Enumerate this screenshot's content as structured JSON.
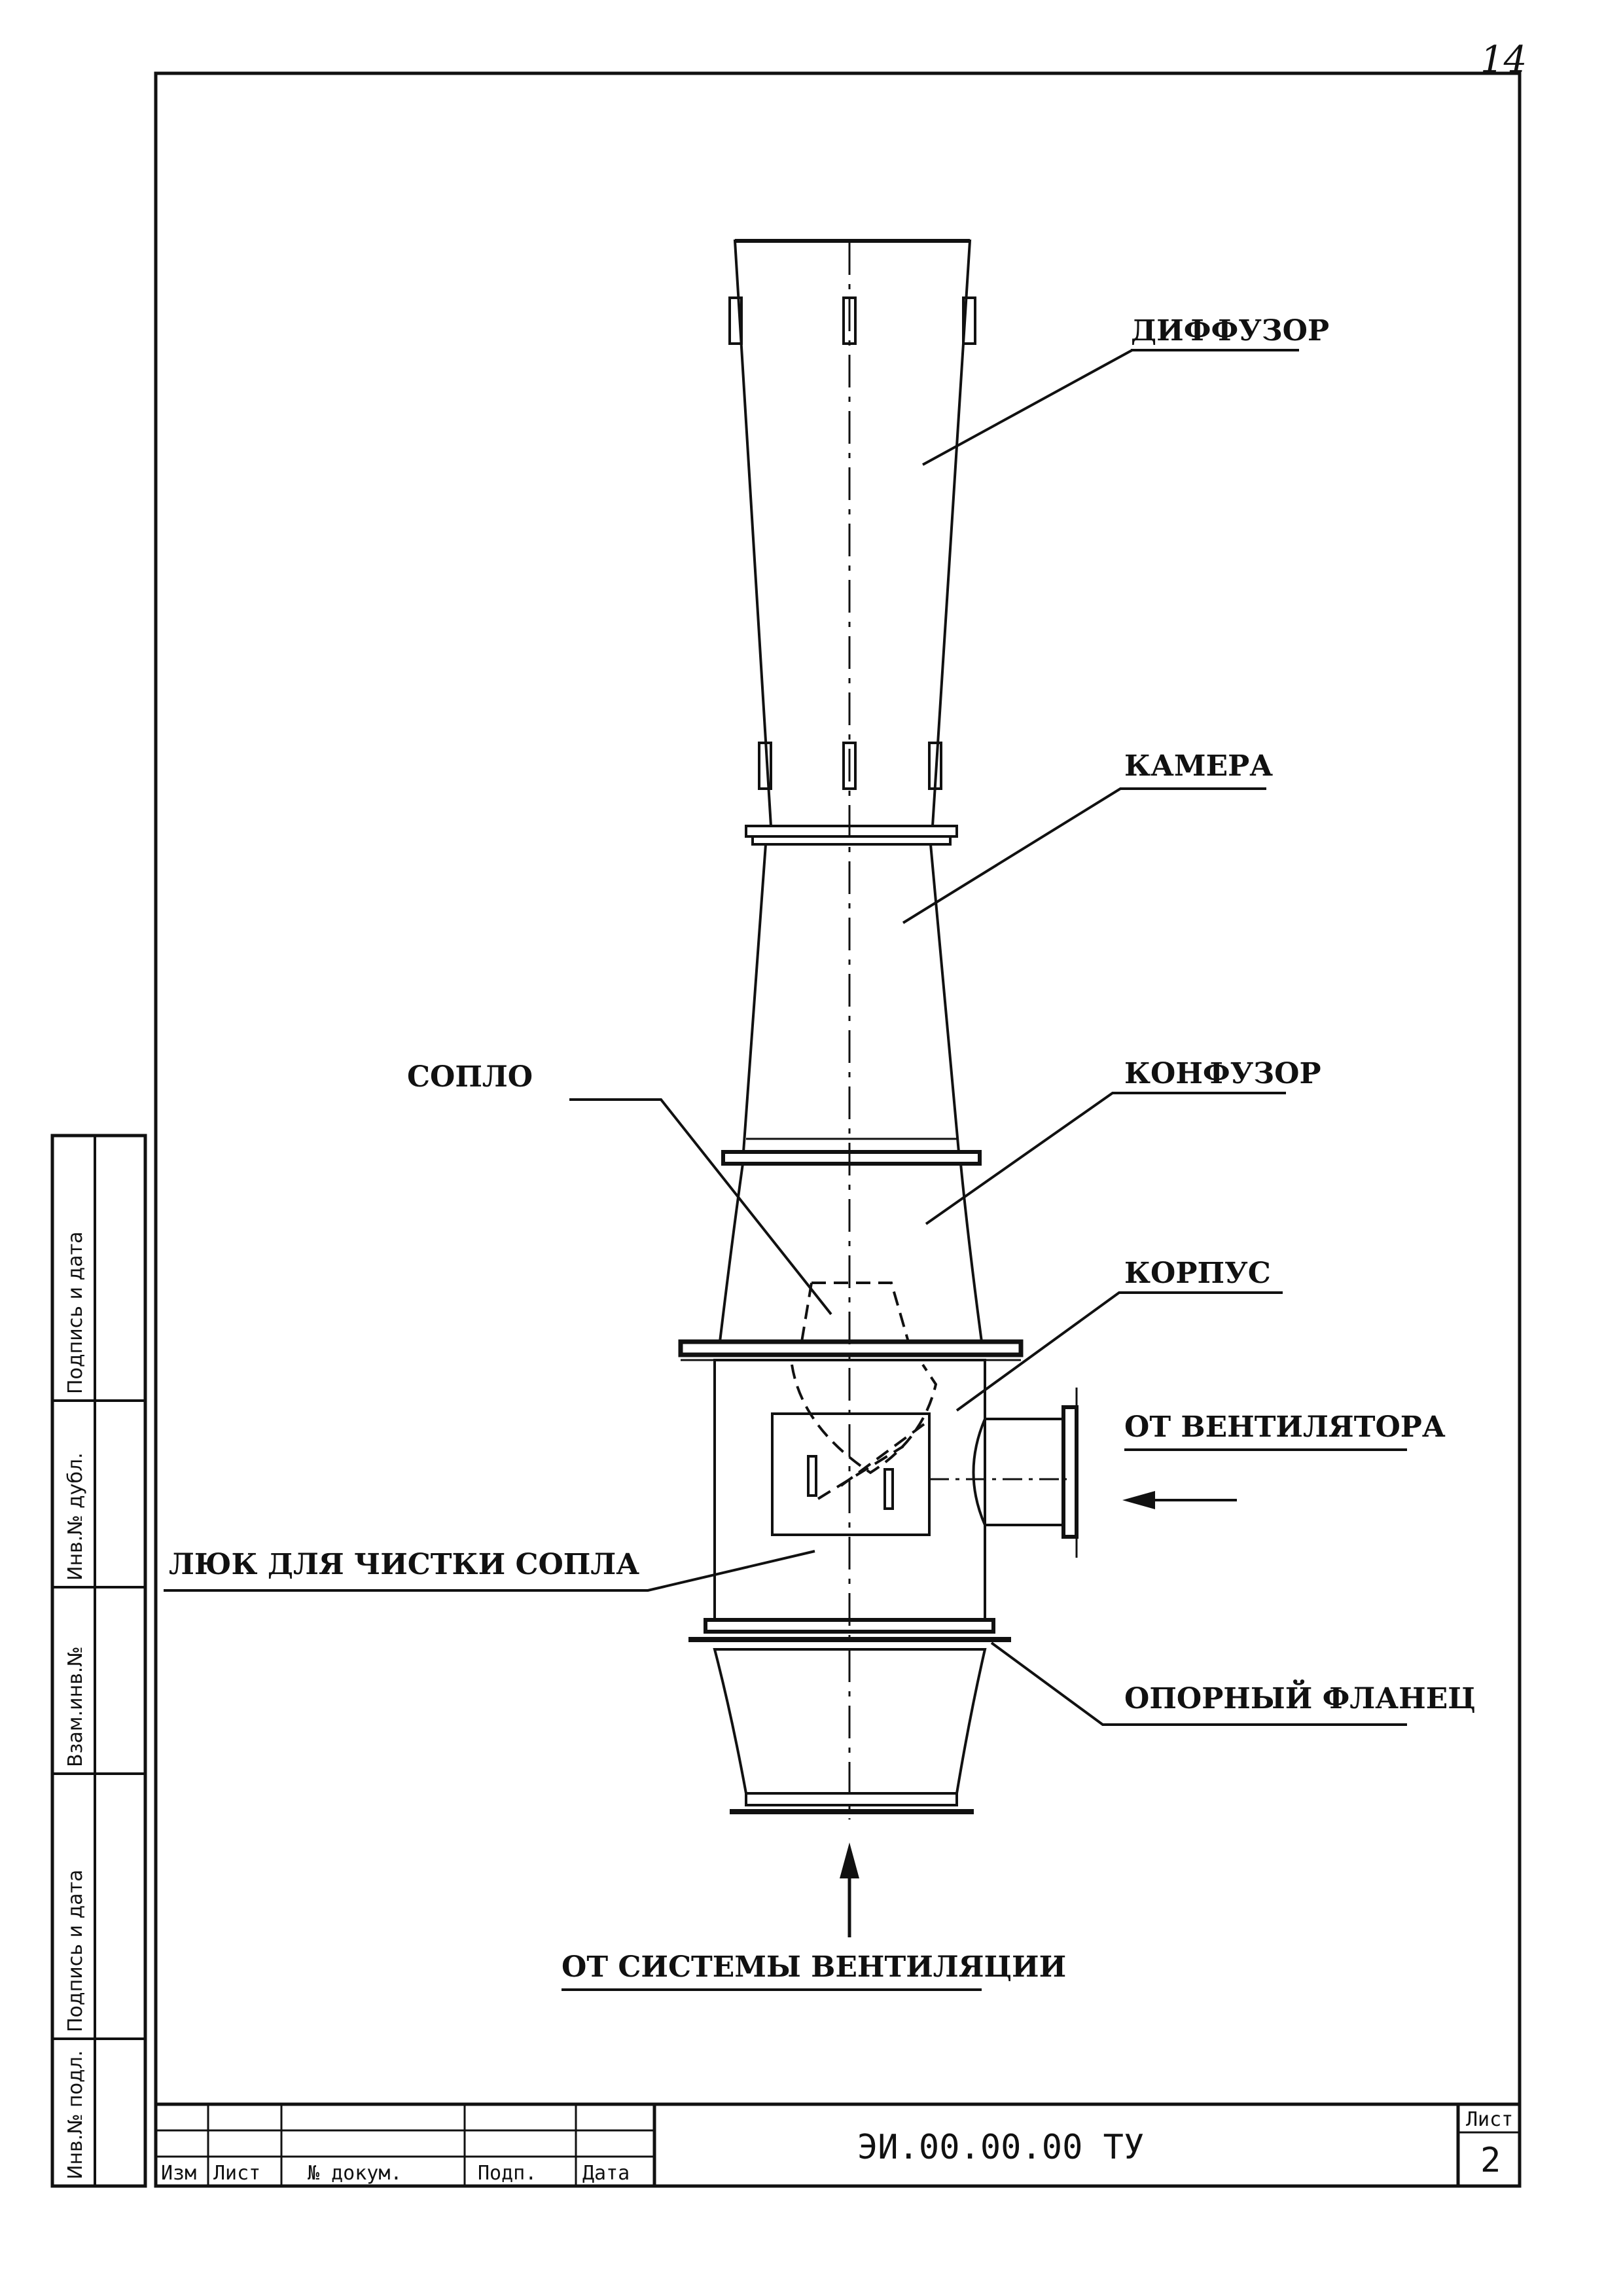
{
  "page_number_handwritten": "14",
  "labels": {
    "diffuser": "ДИФФУЗОР",
    "chamber": "КАМЕРА",
    "nozzle": "СОПЛО",
    "confuser": "КОНФУЗОР",
    "housing": "КОРПУС",
    "from_fan": "ОТ ВЕНТИЛЯТОРА",
    "hatch": "ЛЮК ДЛЯ ЧИСТКИ СОПЛА",
    "support_flange": "ОПОРНЫЙ ФЛАНЕЦ",
    "from_ventilation": "ОТ СИСТЕМЫ ВЕНТИЛЯЦИИ"
  },
  "side_stamp": {
    "cells": [
      "Подпись и дата",
      "Инв.№ дубл.",
      "Взам.инв.№",
      "Подпись и дата",
      "Инв.№ подл."
    ]
  },
  "title_block": {
    "columns": [
      "Изм",
      "Лист",
      "№ докум.",
      "Подп.",
      "Дата"
    ],
    "document_code": "ЭИ.00.00.00 ТУ",
    "sheet_label": "Лист",
    "sheet_number": "2"
  }
}
